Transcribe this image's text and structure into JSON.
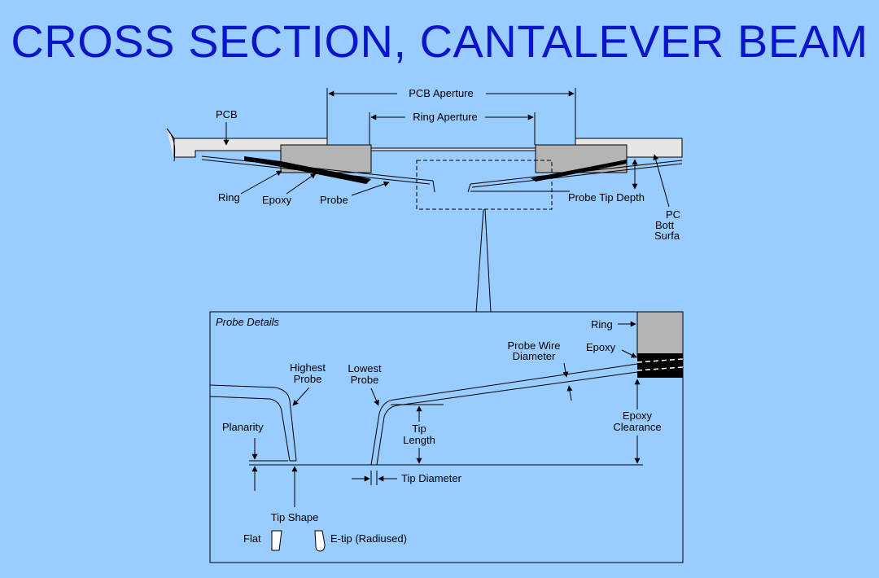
{
  "title": "CROSS SECTION, CANTALEVER BEAM",
  "top_view": {
    "pcb_aperture": "PCB  Aperture",
    "ring_aperture": "Ring  Aperture",
    "pcb": "PCB",
    "ring": "Ring",
    "epoxy": "Epoxy",
    "probe": "Probe",
    "probe_tip_depth": "Probe Tip Depth",
    "pcb_bottom_surface": [
      "PC",
      "Bott",
      "Surfa"
    ]
  },
  "detail": {
    "heading": "Probe  Details",
    "ring": "Ring",
    "epoxy": "Epoxy",
    "probe_wire_diameter": [
      "Probe Wire",
      "Diameter"
    ],
    "highest_probe": [
      "Highest",
      "Probe"
    ],
    "lowest_probe": [
      "Lowest",
      "Probe"
    ],
    "tip_length": [
      "Tip",
      "Length"
    ],
    "epoxy_clearance": [
      "Epoxy",
      "Clearance"
    ],
    "planarity": "Planarity",
    "tip_diameter": "Tip  Diameter",
    "tip_shape": "Tip  Shape",
    "flat": "Flat",
    "e_tip": "E-tip  (Radiused)"
  },
  "colors": {
    "background": "#99ccff",
    "title": "#0a14c8",
    "pcb_fill": "#e6e6e6",
    "ring_fill": "#b4b4b4"
  }
}
